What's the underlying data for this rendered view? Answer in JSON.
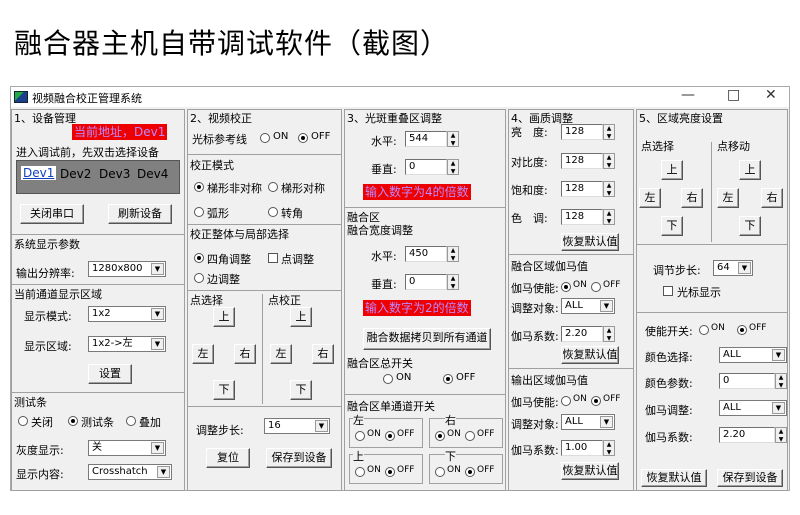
{
  "heading": "融合器主机自带调试软件（截图）",
  "window": {
    "title": "视频融合校正管理系统",
    "min": "—",
    "max": "□",
    "close": "✕"
  },
  "s1": {
    "title": "1、设备管理",
    "addr": "当前地址，Dev1",
    "hint": "进入调试前，先双击选择设备",
    "devices": [
      "Dev1",
      "Dev2",
      "Dev3",
      "Dev4"
    ],
    "close_port": "关闭串口",
    "refresh": "刷新设备"
  },
  "sysparams": {
    "title": "系统显示参数",
    "res_label": "输出分辨率:",
    "res_value": "1280x800"
  },
  "region": {
    "title": "当前通道显示区域",
    "mode_label": "显示模式:",
    "mode_value": "1x2",
    "area_label": "显示区域:",
    "area_value": "1x2->左",
    "setup": "设置"
  },
  "test": {
    "title": "测试条",
    "close": "关闭",
    "bar": "测试条",
    "overlay": "叠加",
    "gray_label": "灰度显示:",
    "gray_value": "关",
    "content_label": "显示内容:",
    "content_value": "Crosshatch"
  },
  "s2": {
    "title": "2、视频校正",
    "cursor_label": "光标参考线",
    "on": "ON",
    "off": "OFF",
    "mode_title": "校正模式",
    "trapezoid": "梯形非对称",
    "trapezoid_sym": "梯形对称",
    "arc": "弧形",
    "rotate": "转角",
    "whole_title": "校正整体与局部选择",
    "four": "四角调整",
    "point": "点调整",
    "edge": "边调整",
    "sel_title": "点选择",
    "fix_title": "点校正",
    "up": "上",
    "down": "下",
    "left": "左",
    "right": "右",
    "step_label": "调整步长:",
    "step_value": "16",
    "reset": "复位",
    "save": "保存到设备"
  },
  "s3": {
    "title": "3、光斑重叠区调整",
    "h_label": "水平:",
    "h_value": "544",
    "v_label": "垂直:",
    "v_value": "0",
    "warn4": "输入数字为4的倍数",
    "fuse_title": "融合区",
    "fuse_width_title": "融合宽度调整",
    "h2_label": "水平:",
    "h2_value": "450",
    "v2_label": "垂直:",
    "v2_value": "0",
    "warn2": "输入数字为2的倍数",
    "copy": "融合数据拷贝到所有通道",
    "switch_title": "融合区总开关",
    "on": "ON",
    "off": "OFF",
    "single_title": "融合区单通道开关",
    "left": "左",
    "right": "右",
    "top": "上",
    "bottom": "下"
  },
  "s4": {
    "title": "4、画质调整",
    "brightness": "亮　度:",
    "brightness_v": "128",
    "contrast": "对比度:",
    "contrast_v": "128",
    "saturation": "饱和度:",
    "saturation_v": "128",
    "hue": "色　调:",
    "hue_v": "128",
    "restore": "恢复默认值",
    "fgamma_title": "融合区域伽马值",
    "gamma_en": "伽马使能:",
    "on": "ON",
    "off": "OFF",
    "target": "调整对象:",
    "target_v": "ALL",
    "coef": "伽马系数:",
    "coef_v": "2.20",
    "restore2": "恢复默认值",
    "ogamma_title": "输出区域伽马值",
    "gamma_en2": "伽马使能:",
    "target2_v": "ALL",
    "coef2_v": "1.00",
    "restore3": "恢复默认值"
  },
  "s5": {
    "title": "5、区域亮度设置",
    "sel_title": "点选择",
    "move_title": "点移动",
    "up": "上",
    "down": "下",
    "left": "左",
    "right": "右",
    "step_label": "调节步长:",
    "step_value": "64",
    "cursor_show": "光标显示",
    "enable": "使能开关:",
    "on": "ON",
    "off": "OFF",
    "color_sel": "颜色选择:",
    "color_sel_v": "ALL",
    "color_param": "颜色参数:",
    "color_param_v": "0",
    "gamma_adj": "伽马调整:",
    "gamma_adj_v": "ALL",
    "gamma_coef": "伽马系数:",
    "gamma_coef_v": "2.20",
    "restore": "恢复默认值",
    "save": "保存到设备"
  }
}
